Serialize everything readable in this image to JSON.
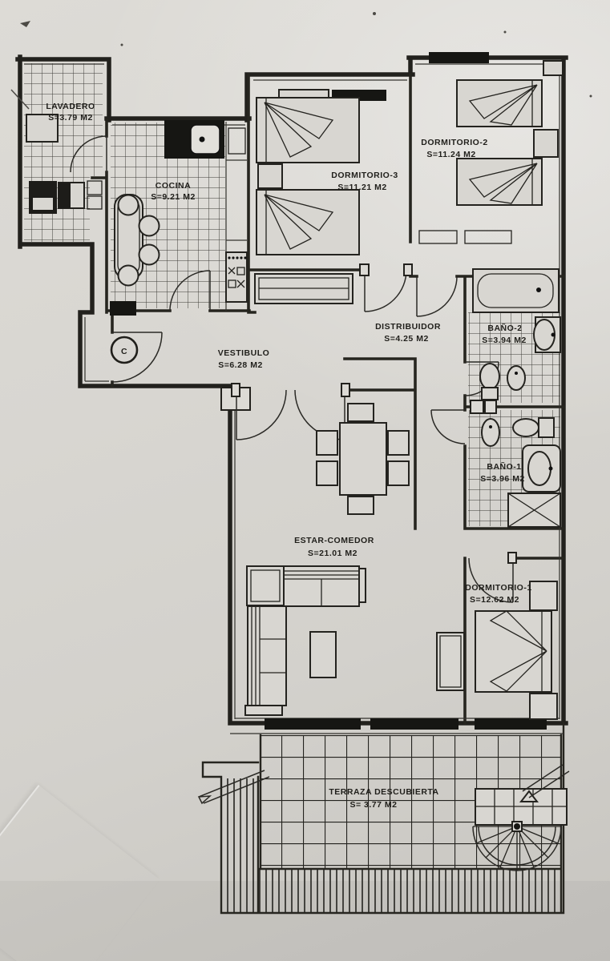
{
  "plan": {
    "core_label": "C",
    "rooms": [
      {
        "id": "lavadero",
        "name": "LAVADERO",
        "area": "S=3.79 M2"
      },
      {
        "id": "cocina",
        "name": "COCINA",
        "area": "S=9.21 M2"
      },
      {
        "id": "dormitorio3",
        "name": "DORMITORIO-3",
        "area": "S=11.21 M2"
      },
      {
        "id": "dormitorio2",
        "name": "DORMITORIO-2",
        "area": "S=11.24 M2"
      },
      {
        "id": "distribuidor",
        "name": "DISTRIBUIDOR",
        "area": "S=4.25 M2"
      },
      {
        "id": "bano2",
        "name": "BAÑO-2",
        "area": "S=3.94 M2"
      },
      {
        "id": "vestibulo",
        "name": "VESTIBULO",
        "area": "S=6.28 M2"
      },
      {
        "id": "bano1",
        "name": "BAÑO-1",
        "area": "S=3.96 M2"
      },
      {
        "id": "estar",
        "name": "ESTAR-COMEDOR",
        "area": "S=21.01 M2"
      },
      {
        "id": "dormitorio1",
        "name": "DORMITORIO-1",
        "area": "S=12.62 M2"
      },
      {
        "id": "terraza",
        "name": "TERRAZA DESCUBIERTA",
        "area": "S= 3.77 M2"
      }
    ]
  },
  "colors": {
    "paper": "#d8d6d1",
    "ink": "#22211d"
  }
}
